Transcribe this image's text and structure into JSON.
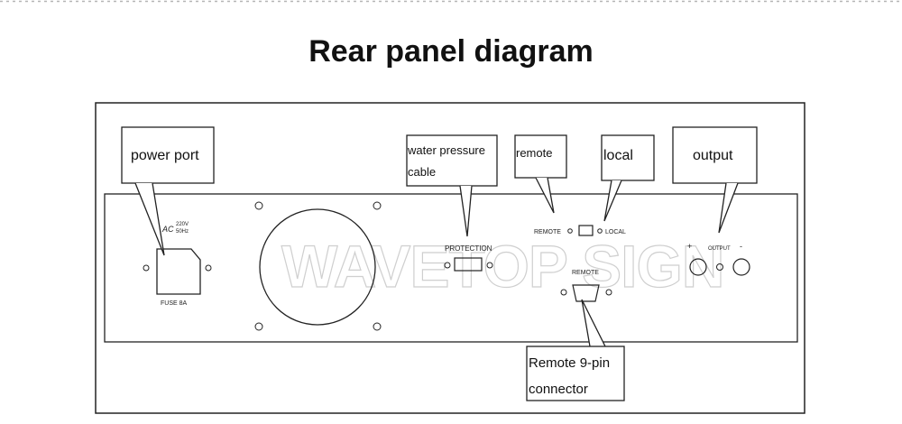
{
  "title": "Rear panel diagram",
  "watermark": "WAVETOP SIGN",
  "panel_text": {
    "ac": "AC",
    "voltage": "220V",
    "freq": "50Hz",
    "fuse": "FUSE  8A",
    "protection": "PROTECTION",
    "remote_switch": "REMOTE",
    "local_switch": "LOCAL",
    "remote_port": "REMOTE",
    "output": "OUTPUT",
    "plus": "+",
    "minus": "-"
  },
  "callouts": {
    "power_port": "power port",
    "water_line1": "water pressure",
    "water_line2": "cable",
    "remote": "remote",
    "local": "local",
    "output": "output",
    "remote9_line1": "Remote 9-pin",
    "remote9_line2": "connector"
  }
}
